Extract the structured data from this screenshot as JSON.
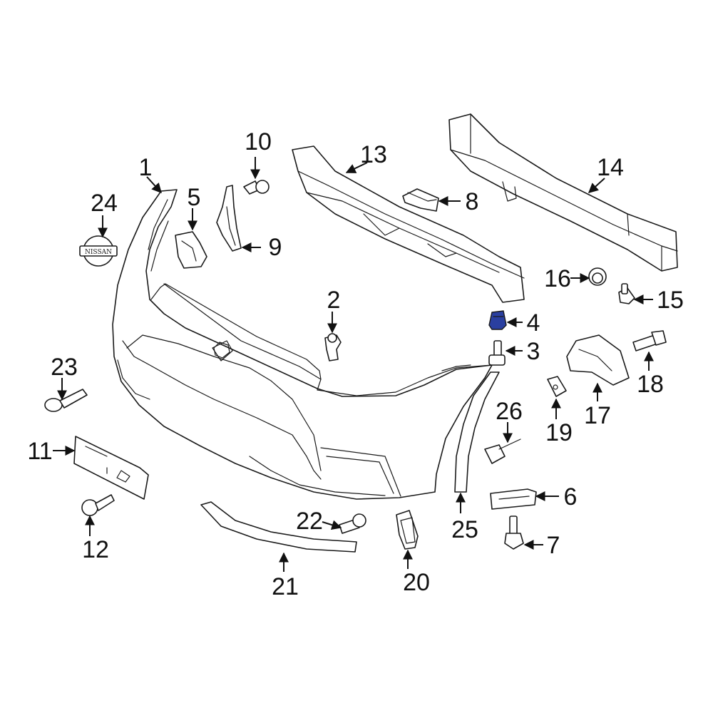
{
  "callouts": [
    {
      "number": "1"
    },
    {
      "number": "2"
    },
    {
      "number": "3"
    },
    {
      "number": "4"
    },
    {
      "number": "5"
    },
    {
      "number": "6"
    },
    {
      "number": "7"
    },
    {
      "number": "8"
    },
    {
      "number": "9"
    },
    {
      "number": "10"
    },
    {
      "number": "11"
    },
    {
      "number": "12"
    },
    {
      "number": "13"
    },
    {
      "number": "14"
    },
    {
      "number": "15"
    },
    {
      "number": "16"
    },
    {
      "number": "17"
    },
    {
      "number": "18"
    },
    {
      "number": "19"
    },
    {
      "number": "20"
    },
    {
      "number": "21"
    },
    {
      "number": "22"
    },
    {
      "number": "23"
    },
    {
      "number": "24"
    },
    {
      "number": "25"
    },
    {
      "number": "26"
    }
  ],
  "emblem_text": "NISSAN",
  "highlighted_part": "4",
  "colors": {
    "line": "#1a1a1a",
    "background": "#ffffff",
    "highlight": "#2a3fa0"
  }
}
